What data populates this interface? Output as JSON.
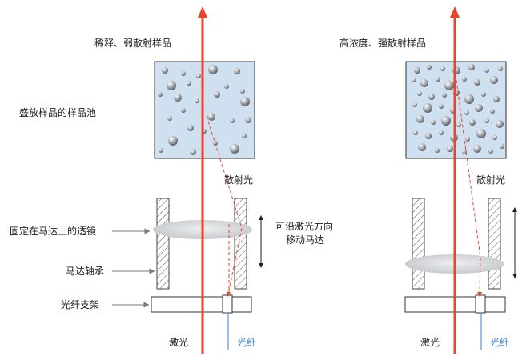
{
  "colors": {
    "laser": "#e8452c",
    "scatter": "#e8452c",
    "fiber": "#3a7fd0",
    "cell_fill": "#cfe0f1",
    "lens_fill": "#d3d5d7",
    "arrow": "#7a7a7a"
  },
  "left_panel": {
    "title": "稀释、弱散射样品",
    "cell_label": "盛放样品的样品池",
    "scatter_label": "散射光",
    "lens_label": "固定在马达上的透镜",
    "bearing_label": "马达轴承",
    "holder_label": "光纤支架",
    "laser_label": "激光",
    "fiber_label": "光纤",
    "motion_label_line1": "可沿激光方向",
    "motion_label_line2": "移动马达"
  },
  "right_panel": {
    "title": "高浓度、强散射样品",
    "scatter_label": "散射光",
    "laser_label": "激光",
    "fiber_label": "光纤"
  },
  "concentration": {
    "left": "dilute",
    "right": "concentrated"
  }
}
